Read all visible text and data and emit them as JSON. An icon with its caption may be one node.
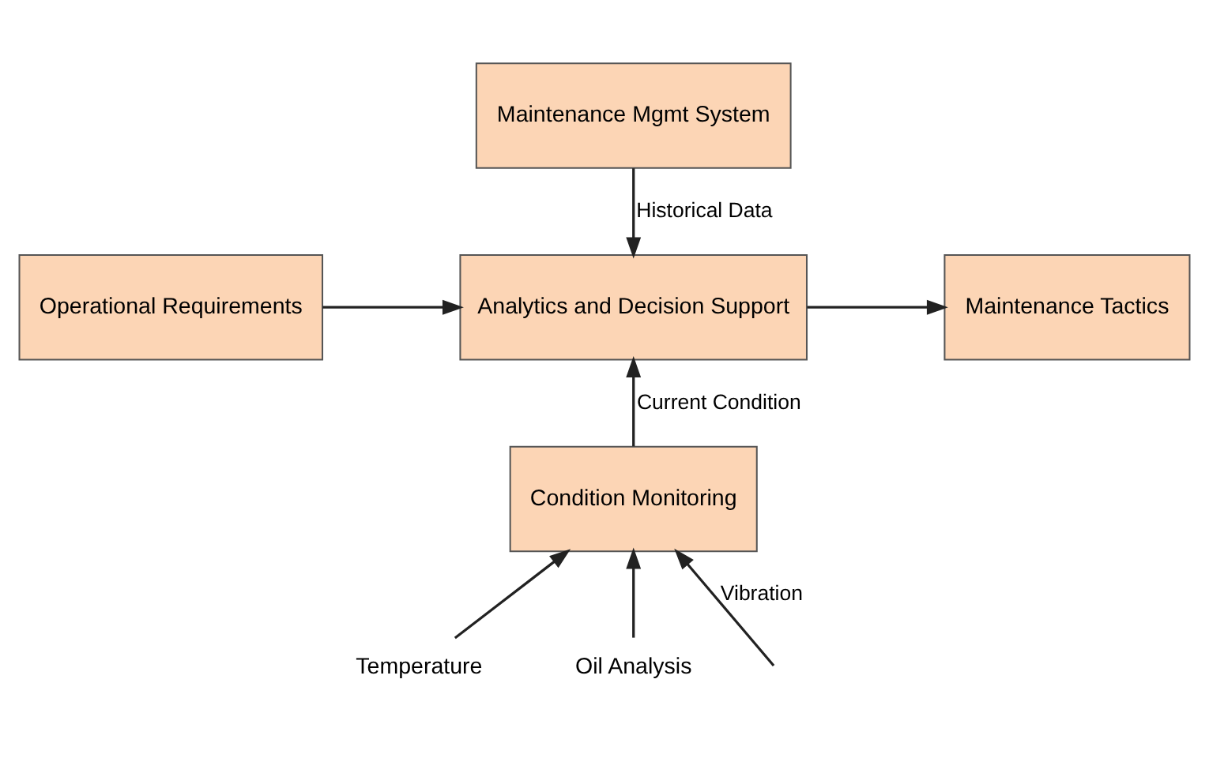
{
  "diagram": {
    "nodes": [
      {
        "text": [
          "Maintenance Mgmt System"
        ]
      },
      {
        "text": [
          "Operational Requirements"
        ]
      },
      {
        "text": [
          "Analytics and Decision Support"
        ]
      },
      {
        "text": [
          "Maintenance Tactics"
        ]
      },
      {
        "text": [
          "Condition Monitoring"
        ]
      },
      {
        "text": [
          "Temperature"
        ]
      },
      {
        "text": [
          "Oil Analysis"
        ]
      }
    ],
    "edges": [
      {
        "from": 0,
        "to": 2,
        "arrow": "to",
        "label": "Historical Data"
      },
      {
        "from": 1,
        "to": 2,
        "arrow": "to"
      },
      {
        "from": 2,
        "to": 3,
        "arrow": "to"
      },
      {
        "from": 4,
        "to": 2,
        "arrow": "to",
        "label": "Current Condition"
      },
      {
        "from": null,
        "to": 4,
        "arrow": "to",
        "label": "Vibration"
      },
      {
        "from": 5,
        "to": 4,
        "arrow": "to"
      },
      {
        "from": 6,
        "to": 4,
        "arrow": "to"
      }
    ]
  }
}
